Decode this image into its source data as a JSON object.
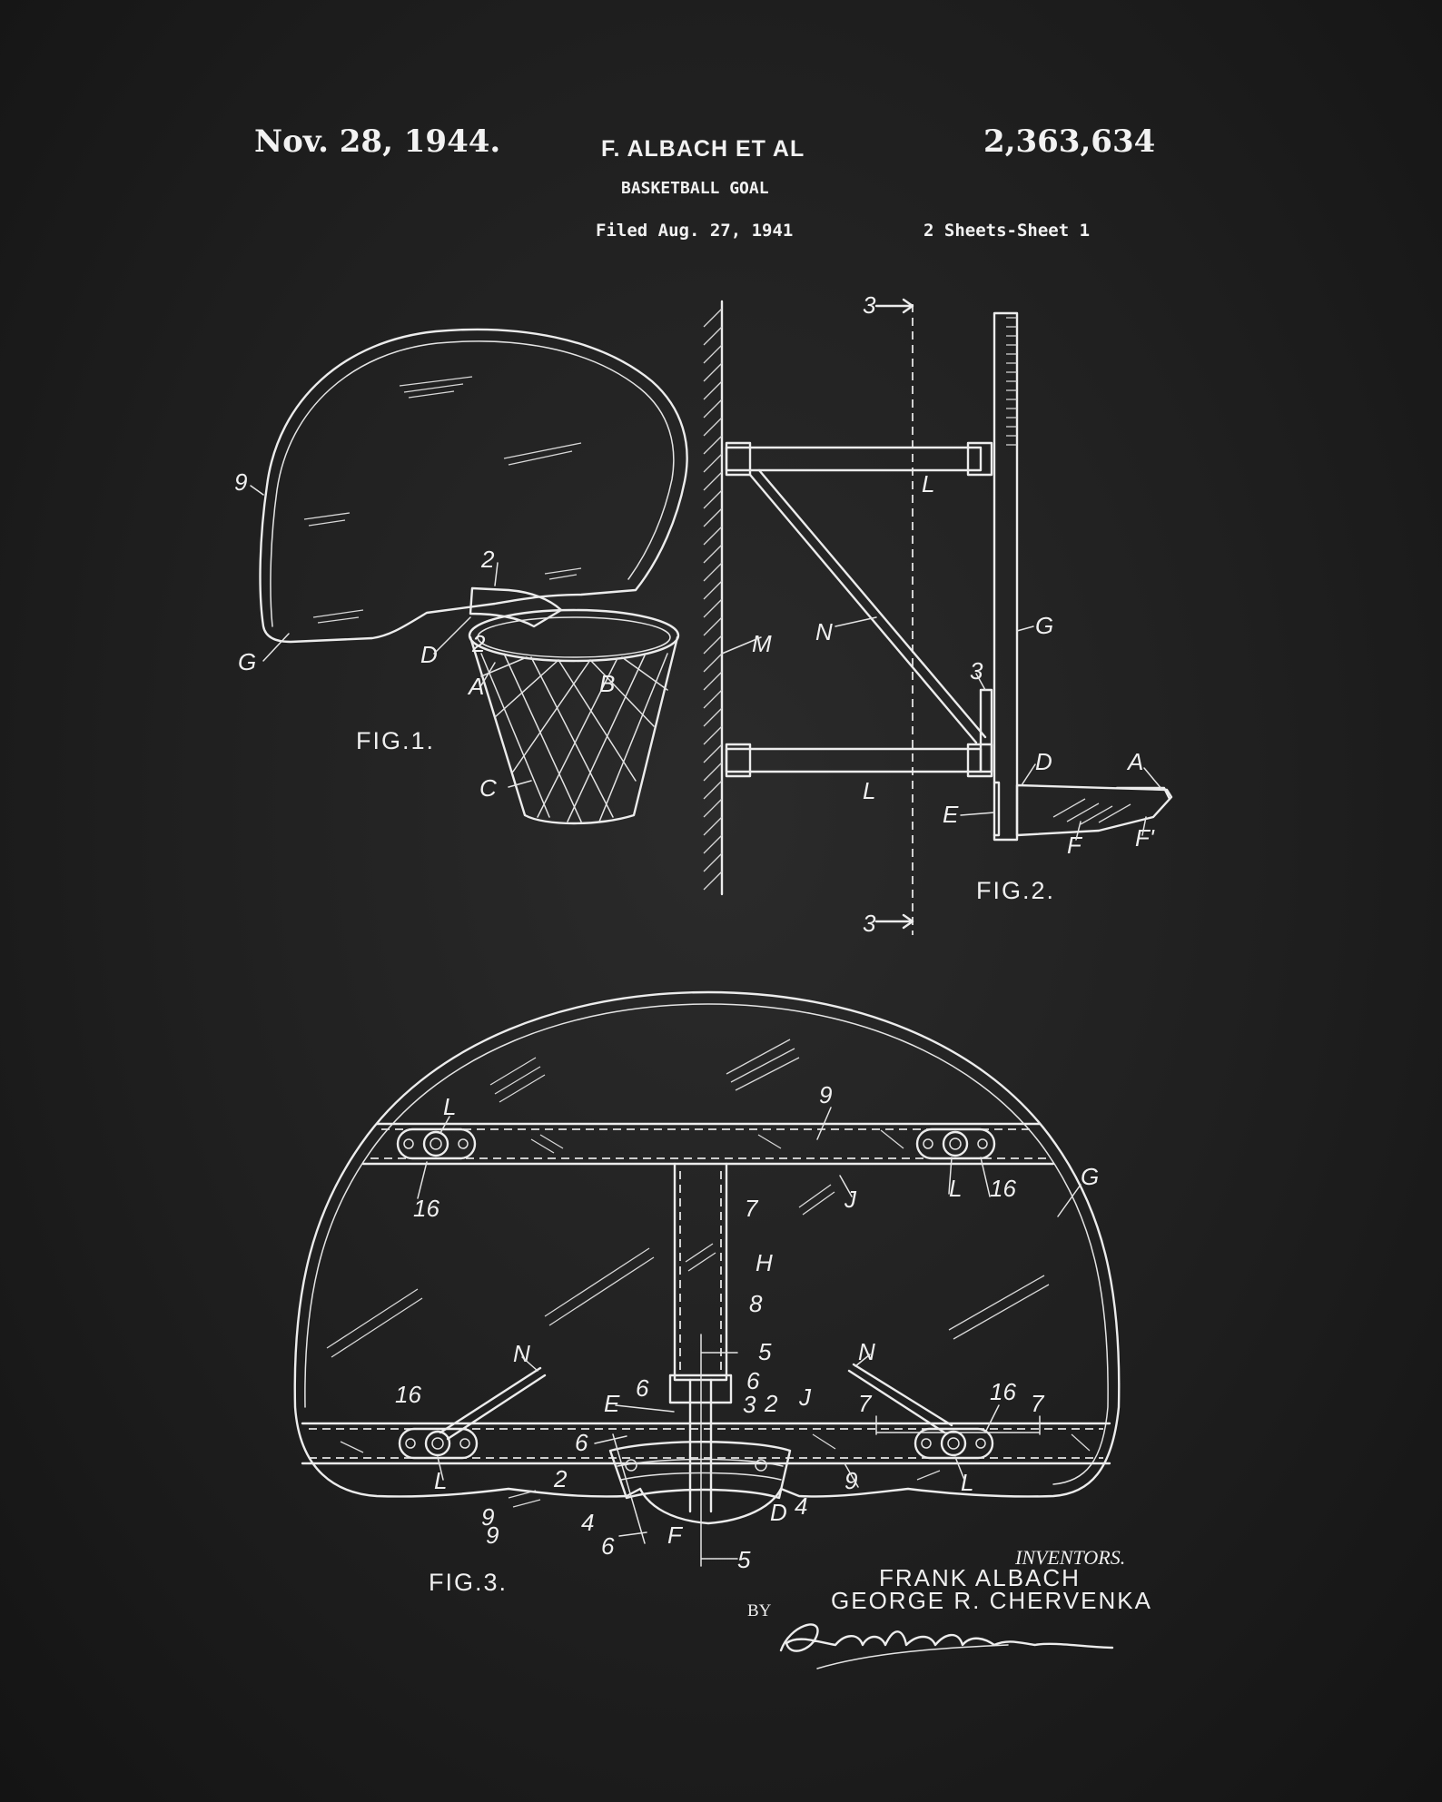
{
  "header": {
    "date": "Nov. 28, 1944.",
    "inventor_short": "F. ALBACH ET AL",
    "patent_number": "2,363,634",
    "title": "BASKETBALL GOAL",
    "filed": "Filed Aug. 27, 1941",
    "sheets": "2 Sheets-Sheet 1"
  },
  "figures": {
    "fig1_label": "FIG.1.",
    "fig2_label": "FIG.2.",
    "fig3_label": "FIG.3."
  },
  "fig1_refs": {
    "g_top": "9",
    "g2": "2",
    "g_small": "2",
    "G": "G",
    "D": "D",
    "A": "A",
    "B": "B",
    "C": "C"
  },
  "fig2_refs": {
    "s3_top": "3",
    "s3_bottom": "3",
    "L_top": "L",
    "L_bottom": "L",
    "M": "M",
    "N": "N",
    "G": "G",
    "three": "3",
    "D": "D",
    "A": "A",
    "E": "E",
    "F": "F",
    "F1": "F'"
  },
  "fig3_refs": {
    "L_tl": "L",
    "n16_tl": "16",
    "nine_top": "9",
    "J_top": "J",
    "L_tr": "L",
    "n16_tr": "16",
    "G": "G",
    "seven": "7",
    "H": "H",
    "eight": "8",
    "five_top": "5",
    "N_left": "N",
    "N_right": "N",
    "n16_bl": "16",
    "six_a": "6",
    "six_b": "6",
    "three": "3",
    "E": "E",
    "two": "2",
    "J_bot": "J",
    "seven_a": "7",
    "seven_b": "7",
    "n16_br": "16",
    "six_arrow": "6",
    "nine_bl": "9",
    "L_bl": "L",
    "nine_mid": "9",
    "L_br": "L",
    "two_small": "2",
    "four_l": "4",
    "D": "D",
    "four_r": "4",
    "F": "F",
    "six_bottom": "6",
    "five_bottom": "5",
    "g_bottom": "9"
  },
  "inventors": {
    "heading": "INVENTORS.",
    "name1": "FRANK ALBACH",
    "name2": "GEORGE R. CHERVENKA",
    "by": "BY"
  },
  "colors": {
    "background": "#1f1f1f",
    "ink": "#ececec"
  }
}
